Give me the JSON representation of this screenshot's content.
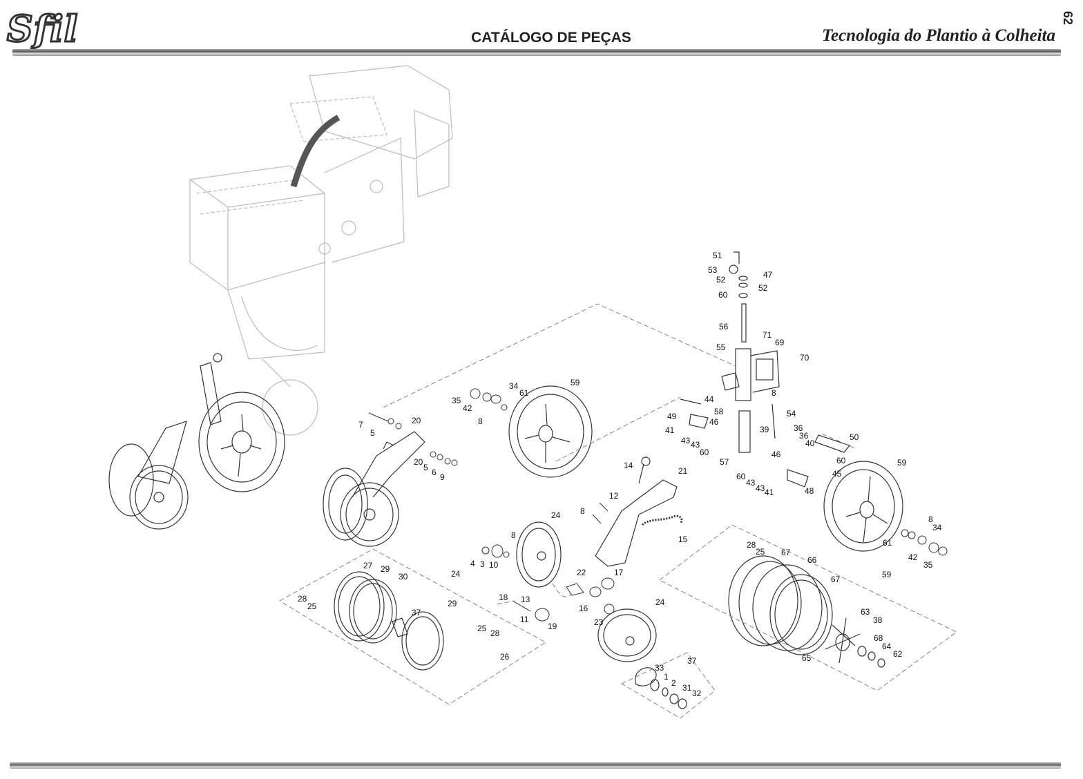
{
  "header": {
    "logo_text": "Sfil",
    "title": "CATÁLOGO DE PEÇAS",
    "tagline": "Tecnologia do Plantio à Colheita",
    "page_number": "62"
  },
  "callouts": [
    {
      "text": "51"
    },
    {
      "text": "53"
    },
    {
      "text": "47"
    },
    {
      "text": "52"
    },
    {
      "text": "52"
    },
    {
      "text": "60"
    },
    {
      "text": "56"
    },
    {
      "text": "71"
    },
    {
      "text": "69"
    },
    {
      "text": "55"
    },
    {
      "text": "70"
    },
    {
      "text": "8"
    },
    {
      "text": "44"
    },
    {
      "text": "49"
    },
    {
      "text": "58"
    },
    {
      "text": "54"
    },
    {
      "text": "46"
    },
    {
      "text": "41"
    },
    {
      "text": "43"
    },
    {
      "text": "43"
    },
    {
      "text": "60"
    },
    {
      "text": "39"
    },
    {
      "text": "36"
    },
    {
      "text": "36"
    },
    {
      "text": "40"
    },
    {
      "text": "50"
    },
    {
      "text": "46"
    },
    {
      "text": "60"
    },
    {
      "text": "57"
    },
    {
      "text": "59"
    },
    {
      "text": "60"
    },
    {
      "text": "43"
    },
    {
      "text": "43"
    },
    {
      "text": "41"
    },
    {
      "text": "48"
    },
    {
      "text": "45"
    },
    {
      "text": "21"
    },
    {
      "text": "14"
    },
    {
      "text": "12"
    },
    {
      "text": "8"
    },
    {
      "text": "15"
    },
    {
      "text": "35"
    },
    {
      "text": "42"
    },
    {
      "text": "34"
    },
    {
      "text": "61"
    },
    {
      "text": "59"
    },
    {
      "text": "8"
    },
    {
      "text": "7"
    },
    {
      "text": "5"
    },
    {
      "text": "20"
    },
    {
      "text": "20"
    },
    {
      "text": "5"
    },
    {
      "text": "6"
    },
    {
      "text": "9"
    },
    {
      "text": "24"
    },
    {
      "text": "8"
    },
    {
      "text": "4"
    },
    {
      "text": "3"
    },
    {
      "text": "10"
    },
    {
      "text": "22"
    },
    {
      "text": "17"
    },
    {
      "text": "16"
    },
    {
      "text": "18"
    },
    {
      "text": "13"
    },
    {
      "text": "11"
    },
    {
      "text": "19"
    },
    {
      "text": "23"
    },
    {
      "text": "24"
    },
    {
      "text": "27"
    },
    {
      "text": "29"
    },
    {
      "text": "30"
    },
    {
      "text": "24"
    },
    {
      "text": "28"
    },
    {
      "text": "25"
    },
    {
      "text": "37"
    },
    {
      "text": "29"
    },
    {
      "text": "25"
    },
    {
      "text": "28"
    },
    {
      "text": "26"
    },
    {
      "text": "37"
    },
    {
      "text": "33"
    },
    {
      "text": "1"
    },
    {
      "text": "2"
    },
    {
      "text": "31"
    },
    {
      "text": "32"
    },
    {
      "text": "28"
    },
    {
      "text": "25"
    },
    {
      "text": "67"
    },
    {
      "text": "66"
    },
    {
      "text": "67"
    },
    {
      "text": "59"
    },
    {
      "text": "63"
    },
    {
      "text": "38"
    },
    {
      "text": "68"
    },
    {
      "text": "64"
    },
    {
      "text": "62"
    },
    {
      "text": "65"
    },
    {
      "text": "8"
    },
    {
      "text": "34"
    },
    {
      "text": "61"
    },
    {
      "text": "42"
    },
    {
      "text": "35"
    }
  ]
}
